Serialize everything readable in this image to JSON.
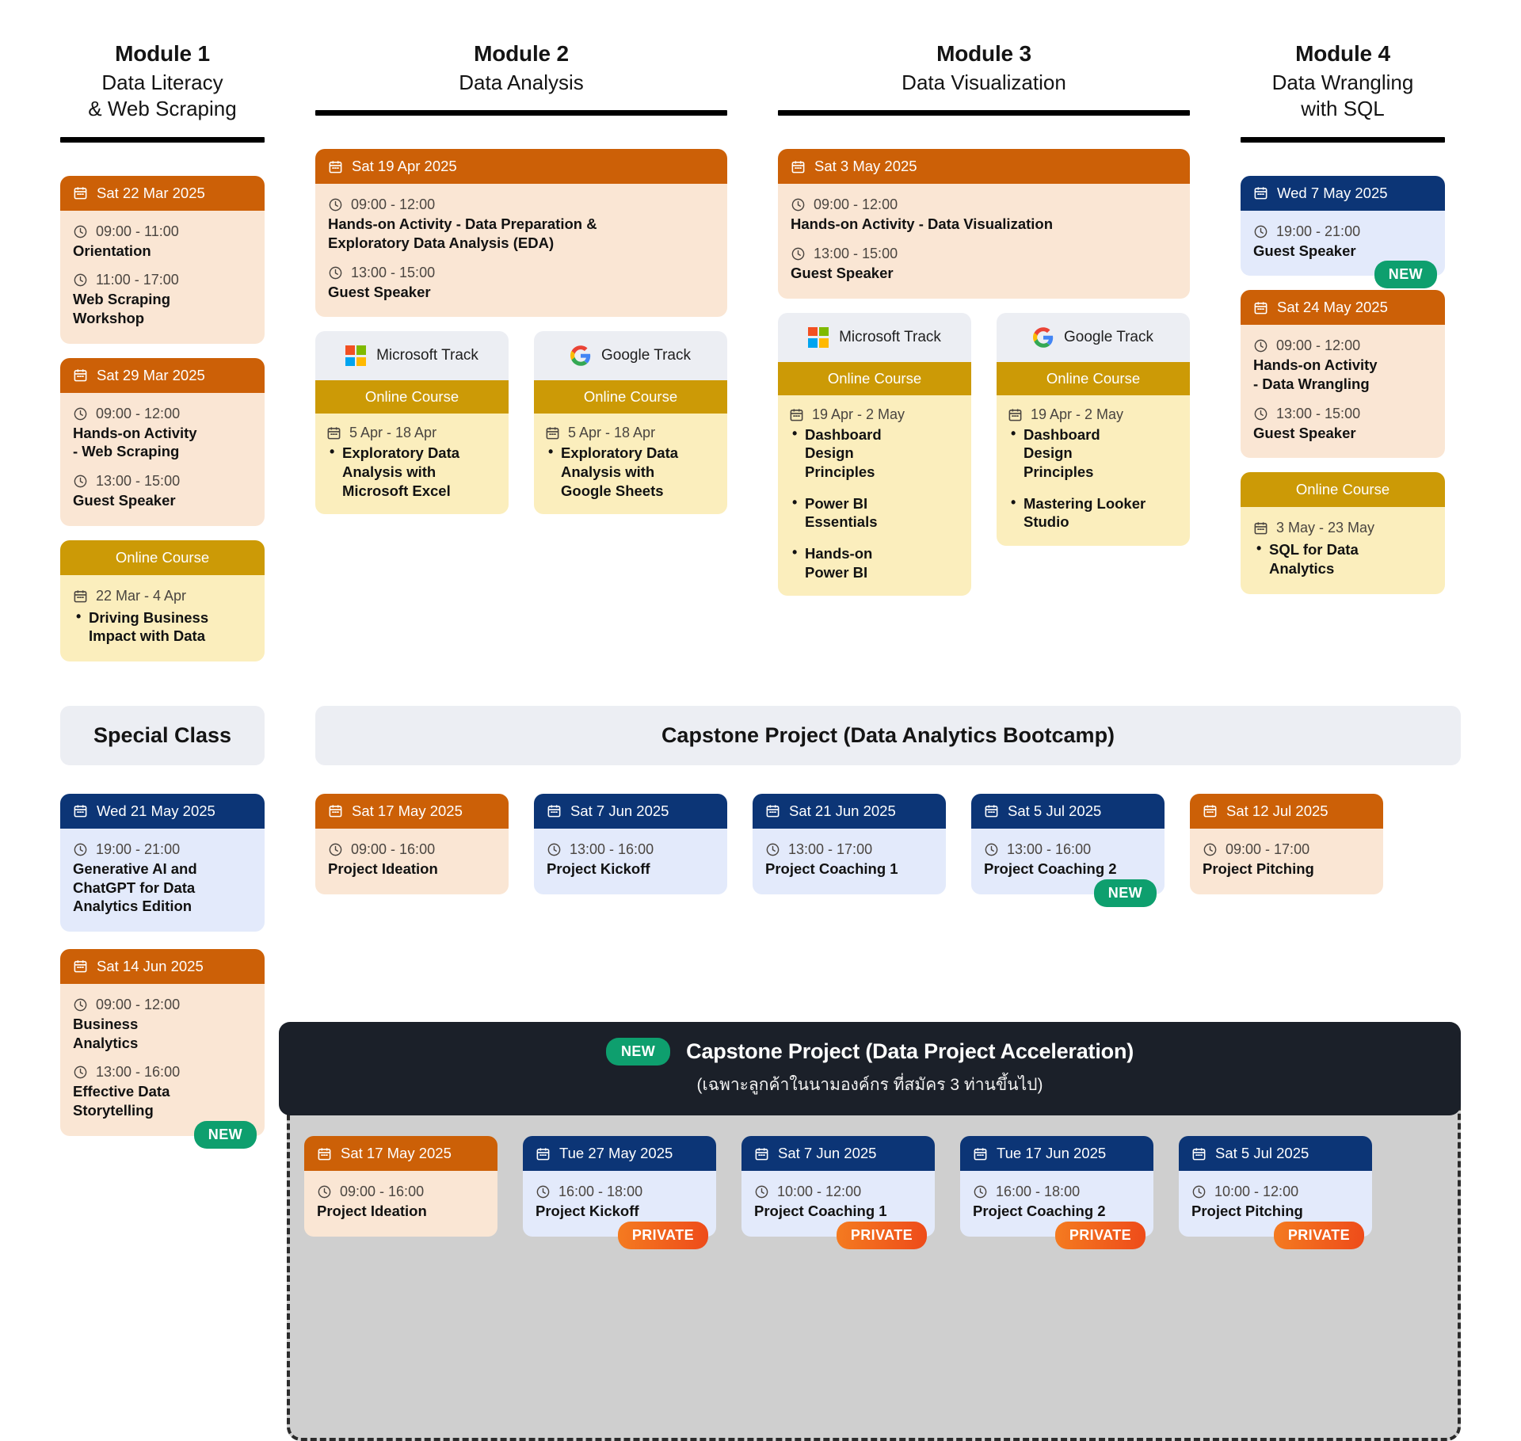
{
  "modules": [
    {
      "number": "Module 1",
      "title": "Data Literacy\n& Web Scraping",
      "cards": [
        {
          "kind": "session",
          "head_color": "orange",
          "date": "Sat 22 Mar 2025",
          "slots": [
            {
              "time": "09:00 - 11:00",
              "title": "Orientation"
            },
            {
              "time": "11:00 - 17:00",
              "title": "Web Scraping\nWorkshop"
            }
          ]
        },
        {
          "kind": "session",
          "head_color": "orange",
          "date": "Sat 29 Mar 2025",
          "slots": [
            {
              "time": "09:00 - 12:00",
              "title": "Hands-on Activity\n- Web Scraping"
            },
            {
              "time": "13:00 - 15:00",
              "title": "Guest Speaker"
            }
          ]
        },
        {
          "kind": "course",
          "head_label": "Online Course",
          "date_range": "22 Mar - 4 Apr",
          "items": [
            "Driving Business\nImpact with Data"
          ]
        }
      ]
    },
    {
      "number": "Module 2",
      "title": "Data Analysis",
      "cards": [
        {
          "kind": "session",
          "head_color": "orange",
          "date": "Sat 19 Apr 2025",
          "slots": [
            {
              "time": "09:00 - 12:00",
              "title": "Hands-on Activity - Data Preparation &\nExploratory Data Analysis (EDA)"
            },
            {
              "time": "13:00 - 15:00",
              "title": "Guest Speaker"
            }
          ]
        }
      ],
      "tracks": [
        {
          "logo": "microsoft-logo",
          "label": "Microsoft Track",
          "sub": "Online Course",
          "date_range": "5 Apr - 18 Apr",
          "items": [
            "Exploratory Data\nAnalysis with\nMicrosoft Excel"
          ]
        },
        {
          "logo": "google-logo",
          "label": "Google Track",
          "sub": "Online Course",
          "date_range": "5 Apr - 18 Apr",
          "items": [
            "Exploratory Data\nAnalysis with\nGoogle Sheets"
          ]
        }
      ]
    },
    {
      "number": "Module 3",
      "title": "Data Visualization",
      "cards": [
        {
          "kind": "session",
          "head_color": "orange",
          "date": "Sat 3 May 2025",
          "slots": [
            {
              "time": "09:00 - 12:00",
              "title": "Hands-on Activity - Data Visualization"
            },
            {
              "time": "13:00 - 15:00",
              "title": "Guest Speaker"
            }
          ]
        }
      ],
      "tracks": [
        {
          "logo": "microsoft-logo",
          "label": "Microsoft Track",
          "sub": "Online Course",
          "date_range": "19 Apr - 2 May",
          "items": [
            "Dashboard\nDesign\nPrinciples",
            "Power BI\nEssentials",
            "Hands-on\nPower BI"
          ]
        },
        {
          "logo": "google-logo",
          "label": "Google Track",
          "sub": "Online Course",
          "date_range": "19 Apr - 2 May",
          "items": [
            "Dashboard\nDesign\nPrinciples",
            "Mastering Looker\nStudio"
          ]
        }
      ]
    },
    {
      "number": "Module 4",
      "title": "Data Wrangling\nwith SQL",
      "cards": [
        {
          "kind": "session",
          "head_color": "navy",
          "date": "Wed 7 May 2025",
          "badge": "NEW",
          "badge_type": "new",
          "slots": [
            {
              "time": "19:00 - 21:00",
              "title": "Guest Speaker"
            }
          ]
        },
        {
          "kind": "session",
          "head_color": "orange",
          "date": "Sat 24 May 2025",
          "slots": [
            {
              "time": "09:00 - 12:00",
              "title": "Hands-on Activity\n- Data Wrangling"
            },
            {
              "time": "13:00 - 15:00",
              "title": "Guest Speaker"
            }
          ]
        },
        {
          "kind": "course",
          "head_label": "Online Course",
          "date_range": "3 May - 23 May",
          "items": [
            "SQL for Data\nAnalytics"
          ]
        }
      ]
    }
  ],
  "banners": {
    "special_class": "Special Class",
    "capstone": "Capstone Project (Data Analytics Bootcamp)"
  },
  "special_cards": [
    {
      "head_color": "navy",
      "date": "Wed 21 May 2025",
      "slots": [
        {
          "time": "19:00 - 21:00",
          "title": "Generative AI and\nChatGPT for Data\nAnalytics Edition"
        }
      ]
    },
    {
      "head_color": "orange",
      "date": "Sat 14 Jun 2025",
      "badge": "NEW",
      "badge_type": "new",
      "slots": [
        {
          "time": "09:00 - 12:00",
          "title": "Business\nAnalytics"
        },
        {
          "time": "13:00 - 16:00",
          "title": "Effective Data\nStorytelling"
        }
      ]
    }
  ],
  "capstone_cards": [
    {
      "head_color": "orange",
      "date": "Sat 17 May 2025",
      "time": "09:00 - 16:00",
      "title": "Project Ideation"
    },
    {
      "head_color": "navy",
      "date": "Sat 7 Jun 2025",
      "time": "13:00 - 16:00",
      "title": "Project Kickoff"
    },
    {
      "head_color": "navy",
      "date": "Sat 21 Jun 2025",
      "time": "13:00 - 17:00",
      "title": "Project Coaching 1"
    },
    {
      "head_color": "navy",
      "date": "Sat 5 Jul 2025",
      "time": "13:00 - 16:00",
      "title": "Project Coaching 2",
      "badge": "NEW",
      "badge_type": "new"
    },
    {
      "head_color": "orange",
      "date": "Sat 12 Jul 2025",
      "time": "09:00 - 17:00",
      "title": "Project Pitching"
    }
  ],
  "acceleration": {
    "new_badge": "NEW",
    "title": "Capstone Project (Data Project Acceleration)",
    "subtitle": "(เฉพาะลูกค้าในนามองค์กร ที่สมัคร 3 ท่านขึ้นไป)",
    "cards": [
      {
        "head_color": "orange",
        "date": "Sat 17 May 2025",
        "time": "09:00 - 16:00",
        "title": "Project Ideation"
      },
      {
        "head_color": "navy",
        "date": "Tue 27 May 2025",
        "time": "16:00 - 18:00",
        "title": "Project Kickoff",
        "badge": "PRIVATE",
        "badge_type": "private"
      },
      {
        "head_color": "navy",
        "date": "Sat 7 Jun 2025",
        "time": "10:00 - 12:00",
        "title": "Project Coaching 1",
        "badge": "PRIVATE",
        "badge_type": "private"
      },
      {
        "head_color": "navy",
        "date": "Tue 17 Jun 2025",
        "time": "16:00 - 18:00",
        "title": "Project Coaching 2",
        "badge": "PRIVATE",
        "badge_type": "private"
      },
      {
        "head_color": "navy",
        "date": "Sat 5 Jul 2025",
        "time": "10:00 - 12:00",
        "title": "Project Pitching",
        "badge": "PRIVATE",
        "badge_type": "private"
      }
    ]
  },
  "colors": {
    "orange": "#cc6007",
    "navy": "#0c3576",
    "gold": "#cc9a06",
    "new_green": "#0e9f6e",
    "private_orange": "#ee4b1a",
    "dark_banner": "#1b2029"
  }
}
